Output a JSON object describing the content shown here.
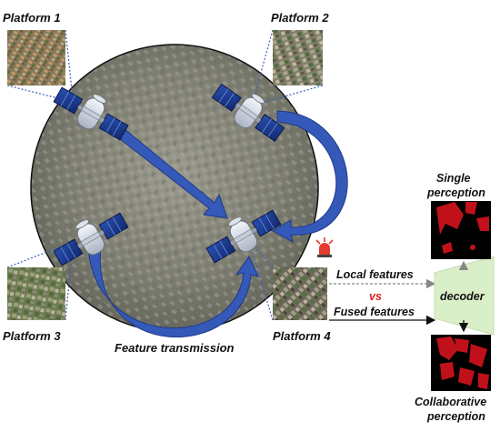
{
  "platforms": [
    {
      "label": "Platform 1"
    },
    {
      "label": "Platform 2"
    },
    {
      "label": "Platform 3"
    },
    {
      "label": "Platform 4"
    }
  ],
  "transmission_label": "Feature transmission",
  "local_label": "Local features",
  "vs_label": "vs",
  "fused_label": "Fused features",
  "decoder_label": "decoder",
  "single_label": [
    "Single",
    "perception"
  ],
  "collab_label": [
    "Collaborative",
    "perception"
  ],
  "colors": {
    "arrow_blue": "#3559b8",
    "decoder_green": "#d9efc8",
    "vs_red": "#e02020",
    "alarm_red": "#e33b2e",
    "mask_red": "#c0111a"
  },
  "icons": [
    "satellite-icon",
    "alarm-light-icon"
  ]
}
